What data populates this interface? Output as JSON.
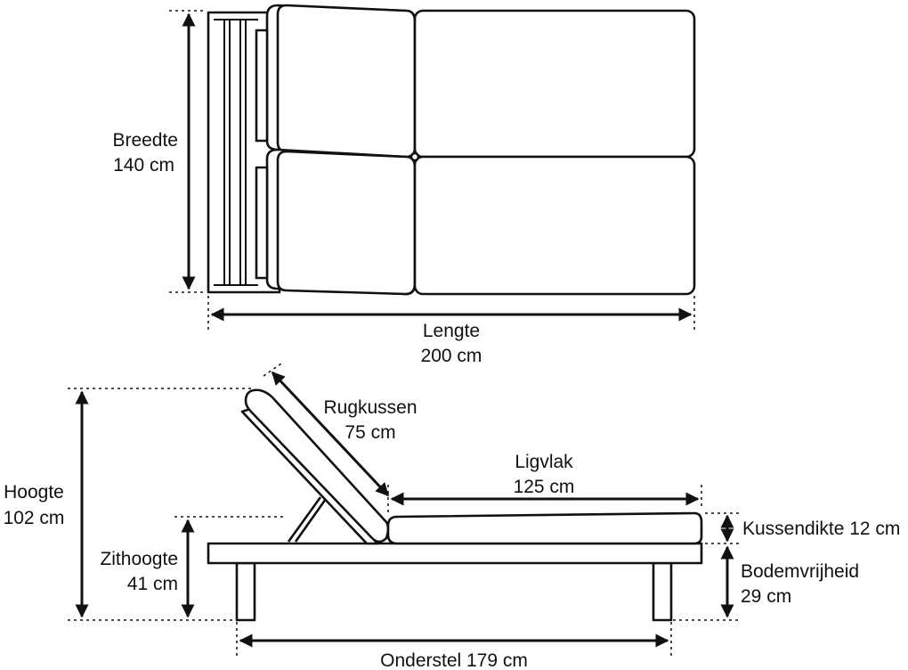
{
  "top_view": {
    "width_label": "Breedte",
    "width_value": "140 cm",
    "length_label": "Lengte",
    "length_value": "200 cm"
  },
  "side_view": {
    "height_label": "Hoogte",
    "height_value": "102 cm",
    "seat_height_label": "Zithoogte",
    "seat_height_value": "41 cm",
    "back_cushion_label": "Rugkussen",
    "back_cushion_value": "75 cm",
    "lying_surface_label": "Ligvlak",
    "lying_surface_value": "125 cm",
    "cushion_thickness": "Kussendikte 12 cm",
    "clearance_label": "Bodemvrijheid",
    "clearance_value": "29 cm",
    "frame_label": "Onderstel 179 cm"
  },
  "colors": {
    "line": "#111111",
    "background": "#ffffff"
  }
}
